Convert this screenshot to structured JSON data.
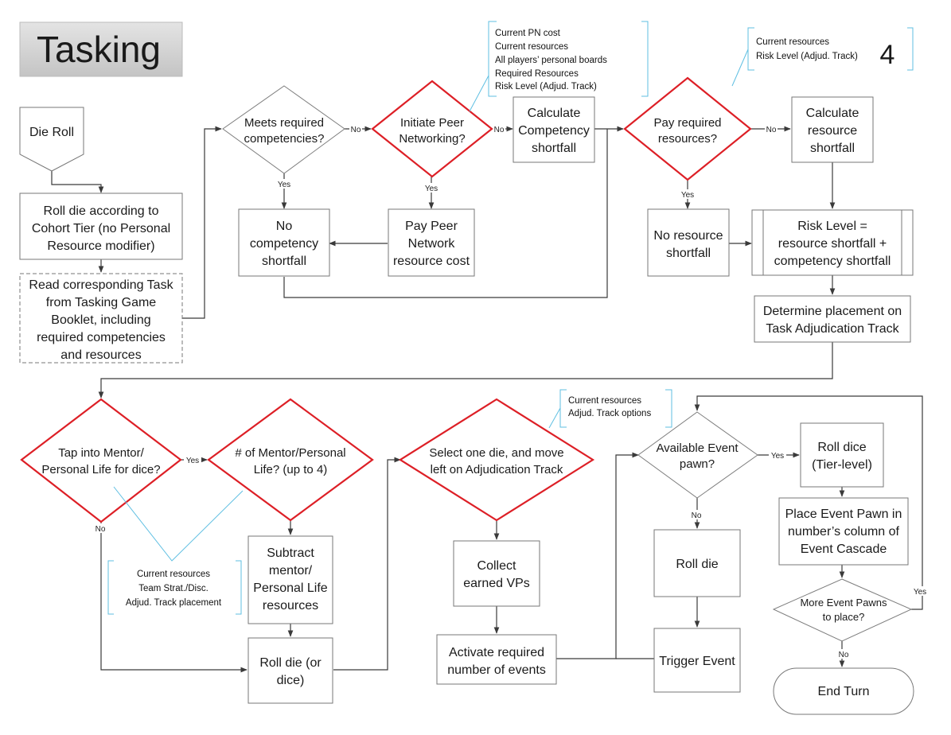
{
  "title": "Tasking",
  "step_number": "4",
  "nodes": {
    "die_roll": "Die Roll",
    "roll_die_tier": [
      "Roll die according to",
      "Cohort Tier (no Personal",
      "Resource modifier)"
    ],
    "read_task": [
      "Read corresponding Task",
      "from Tasking Game",
      "Booklet, including",
      "required competencies",
      "and resources"
    ],
    "meets_competencies": [
      "Meets required",
      "competencies?"
    ],
    "initiate_peer": [
      "Initiate Peer",
      "Networking?"
    ],
    "calc_competency": [
      "Calculate",
      "Competency",
      "shortfall"
    ],
    "no_comp_shortfall": [
      "No",
      "competency",
      "shortfall"
    ],
    "pay_peer": [
      "Pay Peer",
      "Network",
      "resource cost"
    ],
    "pay_resources": [
      "Pay required",
      "resources?"
    ],
    "calc_resource": [
      "Calculate",
      "resource",
      "shortfall"
    ],
    "no_resource_shortfall": [
      "No resource",
      "shortfall"
    ],
    "risk_level": [
      "Risk Level =",
      "resource shortfall +",
      "competency shortfall"
    ],
    "determine_placement": [
      "Determine placement on",
      "Task Adjudication Track"
    ],
    "tap_mentor": [
      "Tap into Mentor/",
      "Personal Life for dice?"
    ],
    "num_mentor": [
      "# of Mentor/Personal",
      "Life? (up to 4)"
    ],
    "subtract_mentor": [
      "Subtract",
      "mentor/",
      "Personal Life",
      "resources"
    ],
    "roll_die_dice": [
      "Roll die (or",
      "dice)"
    ],
    "select_die": [
      "Select one die, and move",
      "left on Adjudication Track"
    ],
    "collect_vps": [
      "Collect",
      "earned VPs"
    ],
    "activate_events": [
      "Activate required",
      "number of events"
    ],
    "available_pawn": [
      "Available Event",
      "pawn?"
    ],
    "roll_dice_tier": [
      "Roll dice",
      "(Tier-level)"
    ],
    "place_pawn": [
      "Place Event Pawn in",
      "number’s column of",
      "Event Cascade"
    ],
    "more_pawns": [
      "More Event Pawns",
      "to place?"
    ],
    "roll_die_event": "Roll die",
    "trigger_event": "Trigger Event",
    "end_turn": "End Turn"
  },
  "labels": {
    "no": "No",
    "yes": "Yes"
  },
  "notes": {
    "peer_note": [
      "Current PN cost",
      "Current resources",
      "All players’ personal boards",
      "Required Resources",
      "Risk Level (Adjud. Track)"
    ],
    "pay_note": [
      "Current resources",
      "Risk Level (Adjud. Track)"
    ],
    "adjud_note": [
      "Current resources",
      "Adjud. Track options"
    ],
    "mentor_note": [
      "Current resources",
      "Team Strat./Disc.",
      "Adjud. Track placement"
    ]
  },
  "colors": {
    "decision_stroke": "#dd1f26",
    "note_line": "#5fbfe2",
    "title_bg": "#cfcfcf"
  }
}
